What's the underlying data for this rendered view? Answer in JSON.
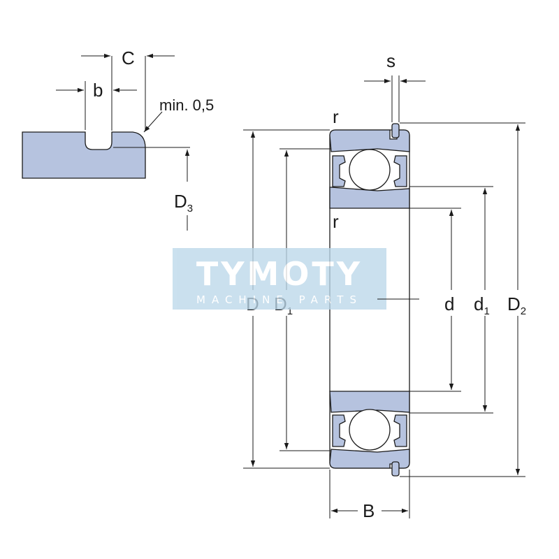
{
  "labels": {
    "C": "C",
    "b": "b",
    "min_note": "min. 0,5",
    "D3": "D",
    "D3_sub": "3",
    "s": "s",
    "r_top": "r",
    "r_mid": "r",
    "D": "D",
    "D1": "D",
    "D1_sub": "1",
    "d": "d",
    "d1": "d",
    "d1_sub": "1",
    "D2": "D",
    "D2_sub": "2",
    "B": "B"
  },
  "watermark": {
    "brand": "TYMOTY",
    "tagline": "MACHINE PARTS"
  },
  "colors": {
    "section_fill": "#b6c3df",
    "line": "#1a1a1a",
    "watermark_bg": "#bcd8ea"
  }
}
